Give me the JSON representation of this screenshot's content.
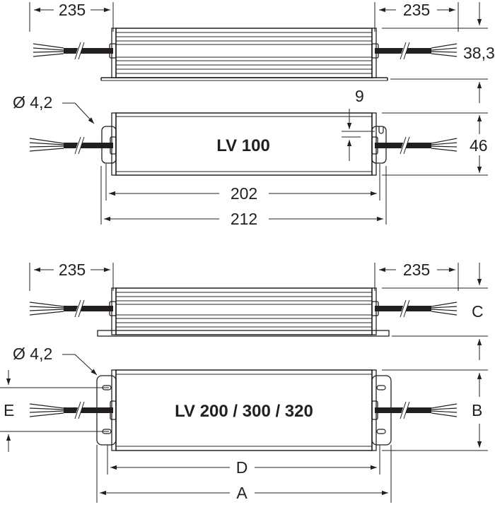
{
  "top_view_1": {
    "lead_left": "235",
    "lead_right": "235",
    "height": "38,3"
  },
  "front_view_1": {
    "hole": "Ø 4,2",
    "tab_offset": "9",
    "model": "LV  100",
    "width": "46",
    "inner_length": "202",
    "outer_length": "212"
  },
  "top_view_2": {
    "lead_left": "235",
    "lead_right": "235",
    "height": "C"
  },
  "front_view_2": {
    "hole": "Ø 4,2",
    "hole_spacing": "E",
    "model": "LV  200  /  300  /  320",
    "width": "B",
    "inner_length": "D",
    "outer_length": "A"
  }
}
